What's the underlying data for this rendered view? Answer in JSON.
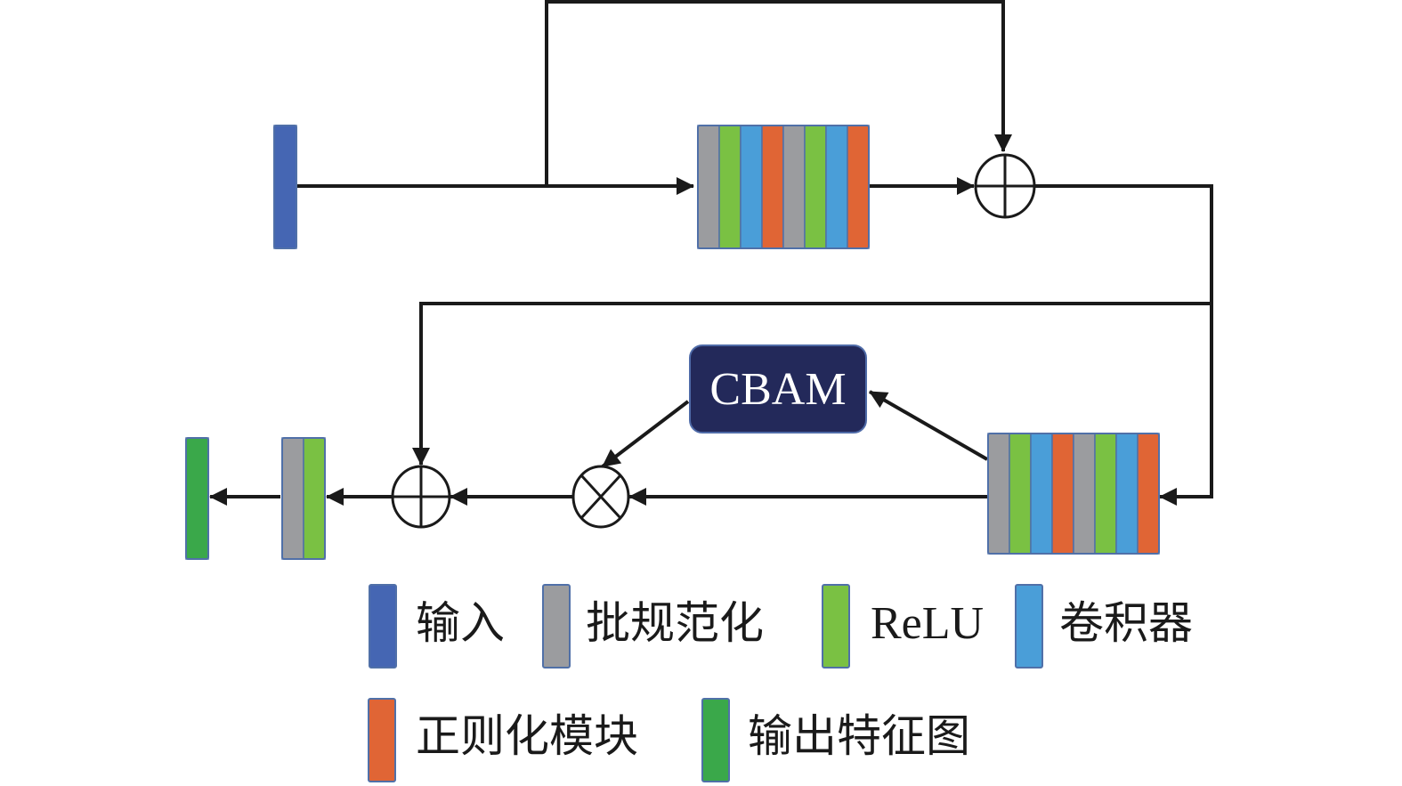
{
  "colors": {
    "input": "#4566b3",
    "batch_norm": "#9b9c9f",
    "relu": "#7ac143",
    "conv": "#4a9ed8",
    "regularization": "#e06535",
    "output_feature": "#3aa84a",
    "cbam_fill": "#23295a",
    "cbam_border": "#4f6ba8",
    "block_border": "#5070a8",
    "line": "#1a1a1a"
  },
  "blocks": {
    "input": [
      "input"
    ],
    "residual_block_1": [
      "batch_norm",
      "relu",
      "conv",
      "regularization",
      "batch_norm",
      "relu",
      "conv",
      "regularization"
    ],
    "residual_block_2": [
      "batch_norm",
      "relu",
      "conv",
      "regularization",
      "batch_norm",
      "relu",
      "conv",
      "regularization"
    ],
    "final_block": [
      "batch_norm",
      "relu"
    ],
    "output": [
      "output_feature"
    ]
  },
  "cbam": {
    "label": "CBAM"
  },
  "operators": {
    "add_1": "add",
    "multiply": "multiply",
    "add_2": "add"
  },
  "legend": [
    {
      "key": "input",
      "label": "输入"
    },
    {
      "key": "batch_norm",
      "label": "批规范化"
    },
    {
      "key": "relu",
      "label": "ReLU"
    },
    {
      "key": "conv",
      "label": "卷积器"
    },
    {
      "key": "regularization",
      "label": "正则化模块"
    },
    {
      "key": "output_feature",
      "label": "输出特征图"
    }
  ]
}
